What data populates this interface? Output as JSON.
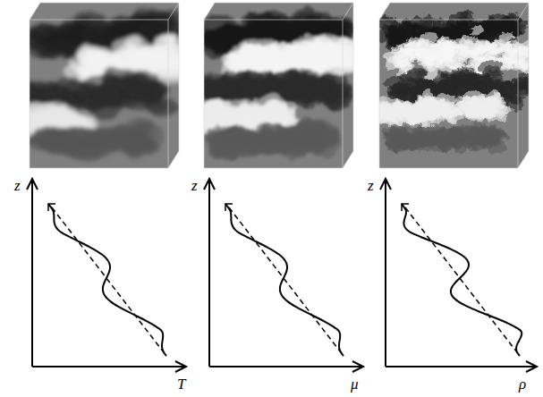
{
  "diagram": {
    "labels": [
      "z",
      "z",
      "z",
      "T",
      "μ",
      "ρ"
    ]
  }
}
